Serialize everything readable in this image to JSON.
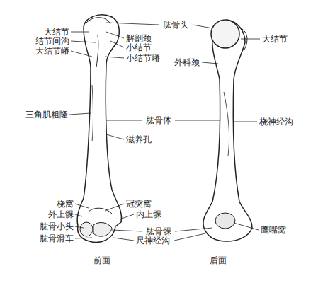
{
  "diagram": {
    "labels": [
      "大结节",
      "结节间沟",
      "大结节嵴",
      "三角肌粗隆",
      "桡窝",
      "外上髁",
      "肱骨小头",
      "肱骨滑车",
      "前面",
      "肱骨头",
      "解剖颈",
      "小结节",
      "小结节嵴",
      "肱骨体",
      "滋养孔",
      "冠突窝",
      "内上髁",
      "肱骨髁",
      "尺神经沟",
      "大结节",
      "外科颈",
      "桡神经沟",
      "鹰嘴窝",
      "后面"
    ]
  }
}
